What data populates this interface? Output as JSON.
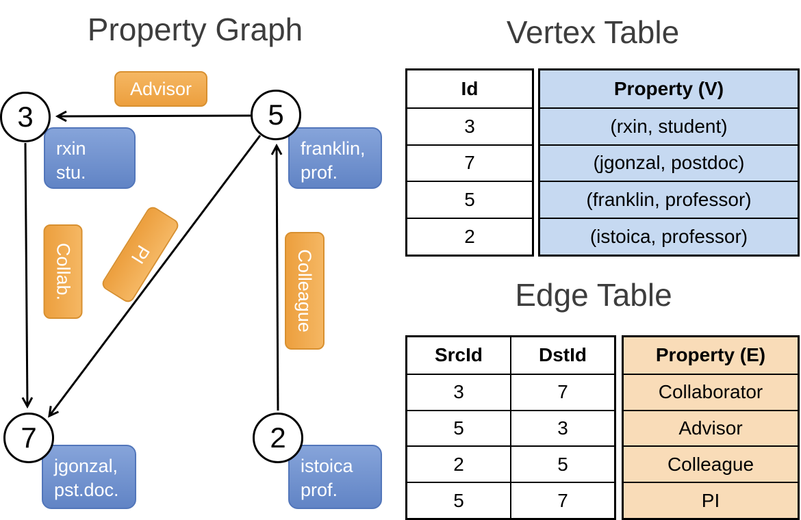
{
  "graph": {
    "title": "Property Graph",
    "vertices": [
      {
        "id": "3",
        "line1": "rxin",
        "line2": "stu."
      },
      {
        "id": "5",
        "line1": "franklin,",
        "line2": "prof."
      },
      {
        "id": "7",
        "line1": "jgonzal,",
        "line2": "pst.doc."
      },
      {
        "id": "2",
        "line1": "istoica",
        "line2": "prof."
      }
    ],
    "edge_labels": {
      "advisor": "Advisor",
      "collab": "Collab.",
      "pi": "PI",
      "colleague": "Colleague"
    }
  },
  "vertex_table": {
    "title": "Vertex Table",
    "columns": [
      "Id",
      "Property (V)"
    ],
    "rows": [
      [
        "3",
        "(rxin, student)"
      ],
      [
        "7",
        "(jgonzal, postdoc)"
      ],
      [
        "5",
        "(franklin, professor)"
      ],
      [
        "2",
        "(istoica, professor)"
      ]
    ]
  },
  "edge_table": {
    "title": "Edge Table",
    "columns": [
      "SrcId",
      "DstId",
      "Property (E)"
    ],
    "rows": [
      [
        "3",
        "7",
        "Collaborator"
      ],
      [
        "5",
        "3",
        "Advisor"
      ],
      [
        "2",
        "5",
        "Colleague"
      ],
      [
        "5",
        "7",
        "PI"
      ]
    ]
  },
  "colors": {
    "vertex_box": "#6e90ca",
    "edge_label_box": "#f0a64b",
    "vertex_table_property_bg": "#c6d9f1",
    "edge_table_property_bg": "#f9dcb8"
  }
}
